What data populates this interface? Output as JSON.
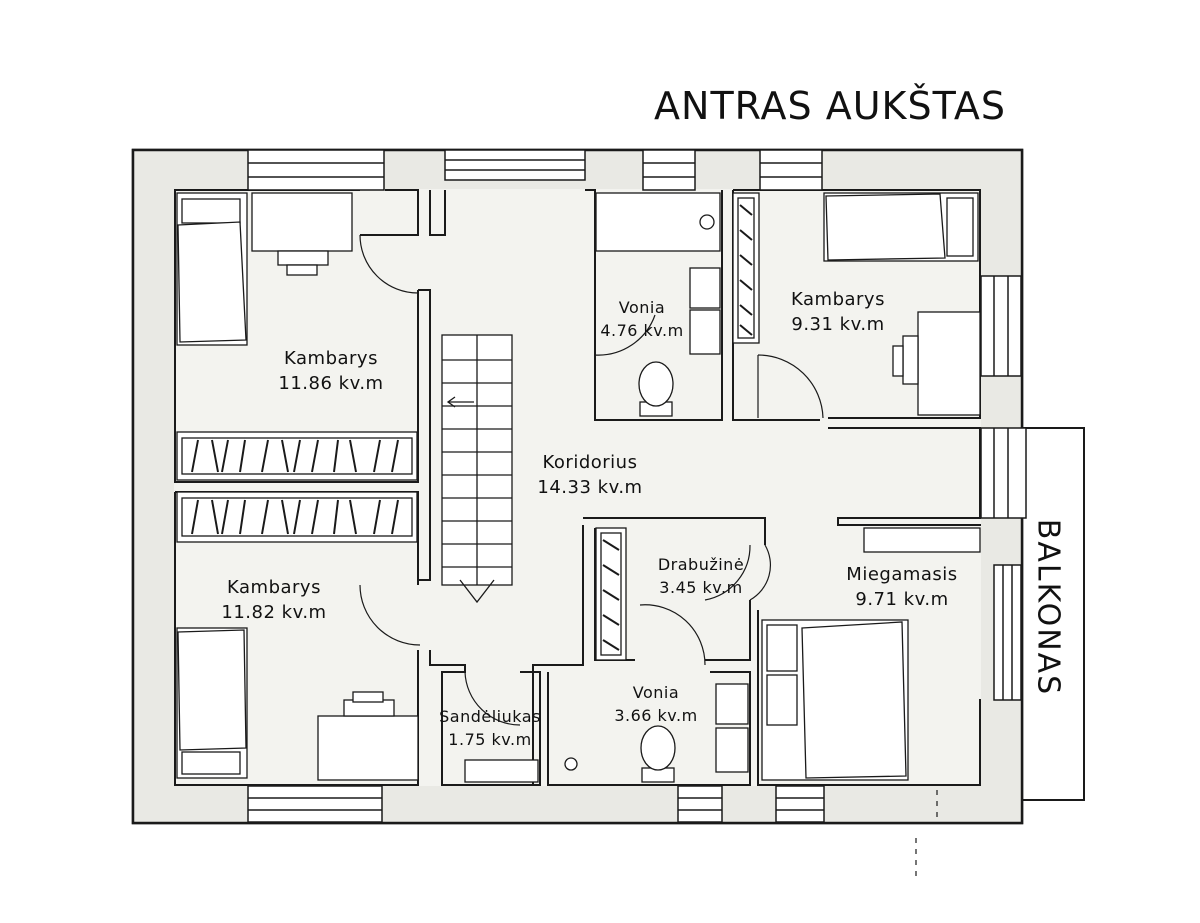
{
  "title": "ANTRAS AUKŠTAS",
  "balcony_label": "BALKONAS",
  "rooms": [
    {
      "id": "bedroom-nw",
      "name": "Kambarys",
      "area": "11.86 kv.m"
    },
    {
      "id": "bathroom-north",
      "name": "Vonia",
      "area": "4.76 kv.m"
    },
    {
      "id": "bedroom-ne",
      "name": "Kambarys",
      "area": "9.31 kv.m"
    },
    {
      "id": "corridor",
      "name": "Koridorius",
      "area": "14.33 kv.m"
    },
    {
      "id": "wardrobe",
      "name": "Drabužinė",
      "area": "3.45 kv.m"
    },
    {
      "id": "master-bedroom",
      "name": "Miegamasis",
      "area": "9.71 kv.m"
    },
    {
      "id": "bedroom-sw",
      "name": "Kambarys",
      "area": "11.82 kv.m"
    },
    {
      "id": "storage",
      "name": "Sandėliukas",
      "area": "1.75 kv.m"
    },
    {
      "id": "bathroom-south",
      "name": "Vonia",
      "area": "3.66 kv.m"
    }
  ],
  "colors": {
    "wall": "#1a1a1a",
    "floor": "#f3f3ef",
    "background": "#ffffff"
  }
}
